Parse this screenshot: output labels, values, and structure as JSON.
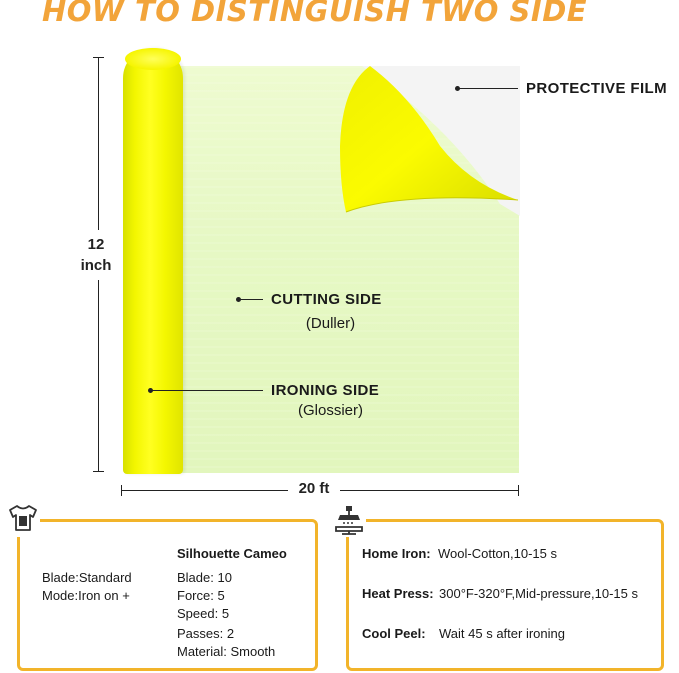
{
  "header": {
    "title": "HOW TO DISTINGUISH TWO SIDE"
  },
  "illustration": {
    "height_label_value": "12",
    "height_label_unit": "inch",
    "width_label": "20 ft",
    "callouts": {
      "protective_film": "PROTECTIVE FILM",
      "cutting_side": "CUTTING SIDE",
      "cutting_side_note": "(Duller)",
      "ironing_side": "IRONING SIDE",
      "ironing_side_note": "(Glossier)"
    },
    "colors": {
      "vinyl_yellow": "#f6f500",
      "sheet_tint": "#e6f8c4",
      "accent_orange": "#f2a43a",
      "card_border": "#f2b42a"
    }
  },
  "cutting_settings": {
    "icon": "tshirt-icon",
    "machine_title": "Silhouette Cameo",
    "general": {
      "blade": "Blade:Standard",
      "mode": "Mode:Iron on +"
    },
    "machine_settings": {
      "blade": "Blade: 10",
      "force": "Force: 5",
      "speed": "Speed: 5",
      "passes": "Passes: 2",
      "material": "Material: Smooth"
    }
  },
  "pressing_settings": {
    "icon": "heat-press-icon",
    "rows": [
      {
        "label": "Home Iron:",
        "value": "Wool-Cotton,10-15 s"
      },
      {
        "label": "Heat Press:",
        "value": "300°F-320°F,Mid-pressure,10-15 s"
      },
      {
        "label": "Cool Peel:",
        "value": "Wait 45 s after ironing"
      }
    ]
  }
}
